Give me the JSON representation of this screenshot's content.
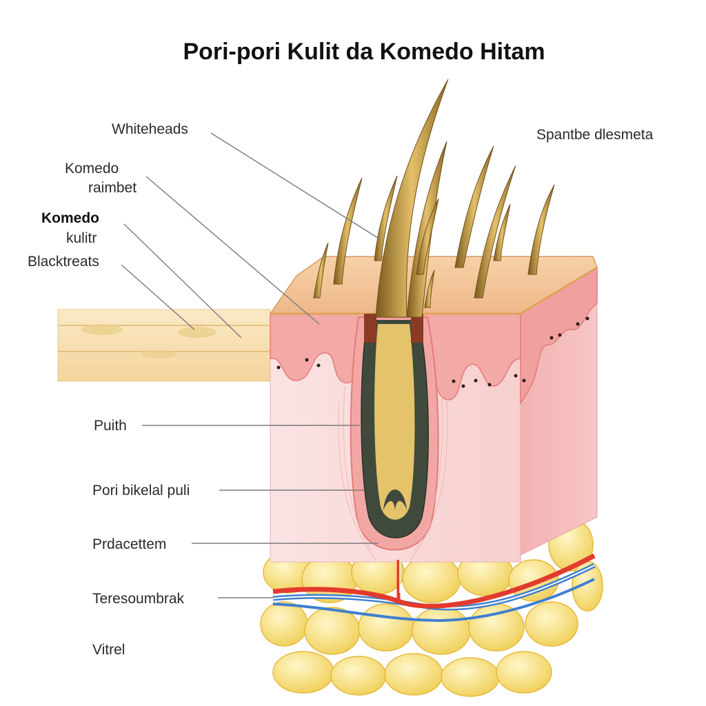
{
  "title": "Pori-pori Kulit da Komedo Hitam",
  "labels": {
    "whiteheads": "Whiteheads",
    "komedo_raimbet_1": "Komedo",
    "komedo_raimbet_2": "raimbet",
    "komedo_kulitr_1": "Komedo",
    "komedo_kulitr_2": "kulitr",
    "blacktreats": "Blacktreats",
    "right_top": "Spantbe dlesmeta",
    "puith": "Puith",
    "pori_bikelal": "Pori bikelal puli",
    "prdacettem": "Prdacettem",
    "teresoumbrak": "Teresoumbrak",
    "vitrel": "Vitrel"
  },
  "colors": {
    "epidermis": "#f3c9a4",
    "dermis": "#f7c8c8",
    "dermis_light": "#fbe0e0",
    "fat": "#f6df7a",
    "hair": "#c79a3c",
    "follicle": "#e98a86",
    "artery": "#e23b2e",
    "vein": "#3f7fd0",
    "pore_strip": "#f6dfae"
  }
}
